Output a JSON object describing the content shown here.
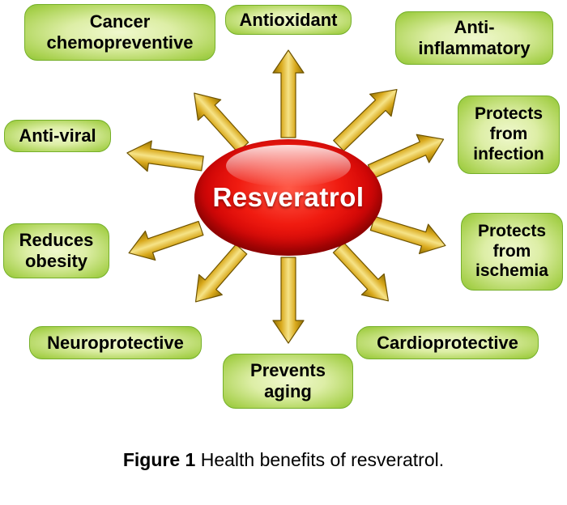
{
  "figure": {
    "center_label": "Resveratrol",
    "caption_bold": "Figure 1",
    "caption_rest": " Health benefits of resveratrol."
  },
  "benefits": [
    {
      "id": "cancer-chemopreventive",
      "label": "Cancer\nchemopreventive"
    },
    {
      "id": "antioxidant",
      "label": "Antioxidant"
    },
    {
      "id": "anti-inflammatory",
      "label": "Anti-\ninflammatory"
    },
    {
      "id": "anti-viral",
      "label": "Anti-viral"
    },
    {
      "id": "protects-from-infection",
      "label": "Protects\nfrom\ninfection"
    },
    {
      "id": "reduces-obesity",
      "label": "Reduces\nobesity"
    },
    {
      "id": "protects-from-ischemia",
      "label": "Protects\nfrom\nischemia"
    },
    {
      "id": "neuroprotective",
      "label": "Neuroprotective"
    },
    {
      "id": "cardioprotective",
      "label": "Cardioprotective"
    },
    {
      "id": "prevents-aging",
      "label": "Prevents\naging"
    }
  ],
  "colors": {
    "box_green_edge": "#8fc63b",
    "box_green_center": "#eff8cd",
    "arrow_gold_light": "#f6e387",
    "arrow_gold_dark": "#8a6a00",
    "ellipse_red": "#d30707",
    "text": "#000000",
    "background": "#ffffff"
  }
}
